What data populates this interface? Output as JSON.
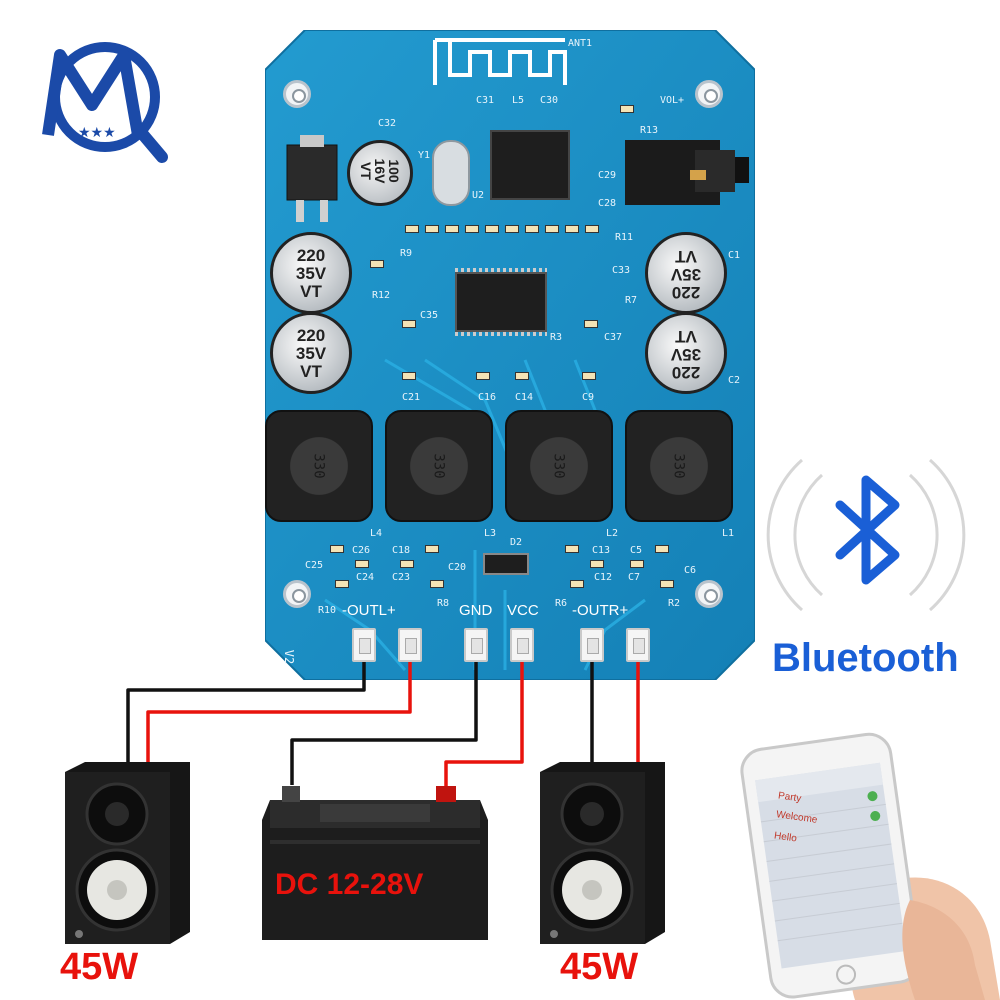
{
  "logo": {
    "letters": "MQ"
  },
  "board": {
    "antenna_label": "ANT1",
    "volume_label": "VOL+",
    "version_label": "V2",
    "out_left_label": "-OUTL+",
    "gnd_label": "GND",
    "vcc_label": "VCC",
    "out_right_label": "-OUTR+",
    "cap_c32_label": "C32",
    "small_cap_text": "100\n16V\nVT",
    "big_cap_text": "220\n35V\nVT",
    "inductor_text": "330",
    "silk_labels": [
      "C31",
      "L5",
      "C30",
      "R13",
      "C29",
      "C28",
      "R9",
      "R11",
      "C33",
      "R7",
      "R3",
      "C37",
      "C35",
      "C16",
      "C14",
      "C9",
      "C21",
      "C26",
      "C18",
      "C13",
      "C5",
      "C24",
      "C23",
      "C20",
      "C12",
      "C7",
      "C6",
      "C25",
      "R10",
      "R8",
      "R6",
      "R2",
      "L4",
      "L3",
      "L2",
      "L1",
      "D2",
      "C1",
      "C2",
      "R12",
      "Y1",
      "U2"
    ]
  },
  "bluetooth": {
    "label": "Bluetooth",
    "color": "#1a5fd6"
  },
  "speaker_left": {
    "power": "45W"
  },
  "speaker_right": {
    "power": "45W"
  },
  "battery": {
    "label": "DC 12-28V"
  },
  "phone": {
    "list_items": [
      "Party",
      "Welcome",
      "Hello"
    ]
  },
  "colors": {
    "pcb": "#1b8ec4",
    "wire_red": "#e8120c",
    "wire_black": "#111111",
    "power_text": "#e8120c"
  }
}
